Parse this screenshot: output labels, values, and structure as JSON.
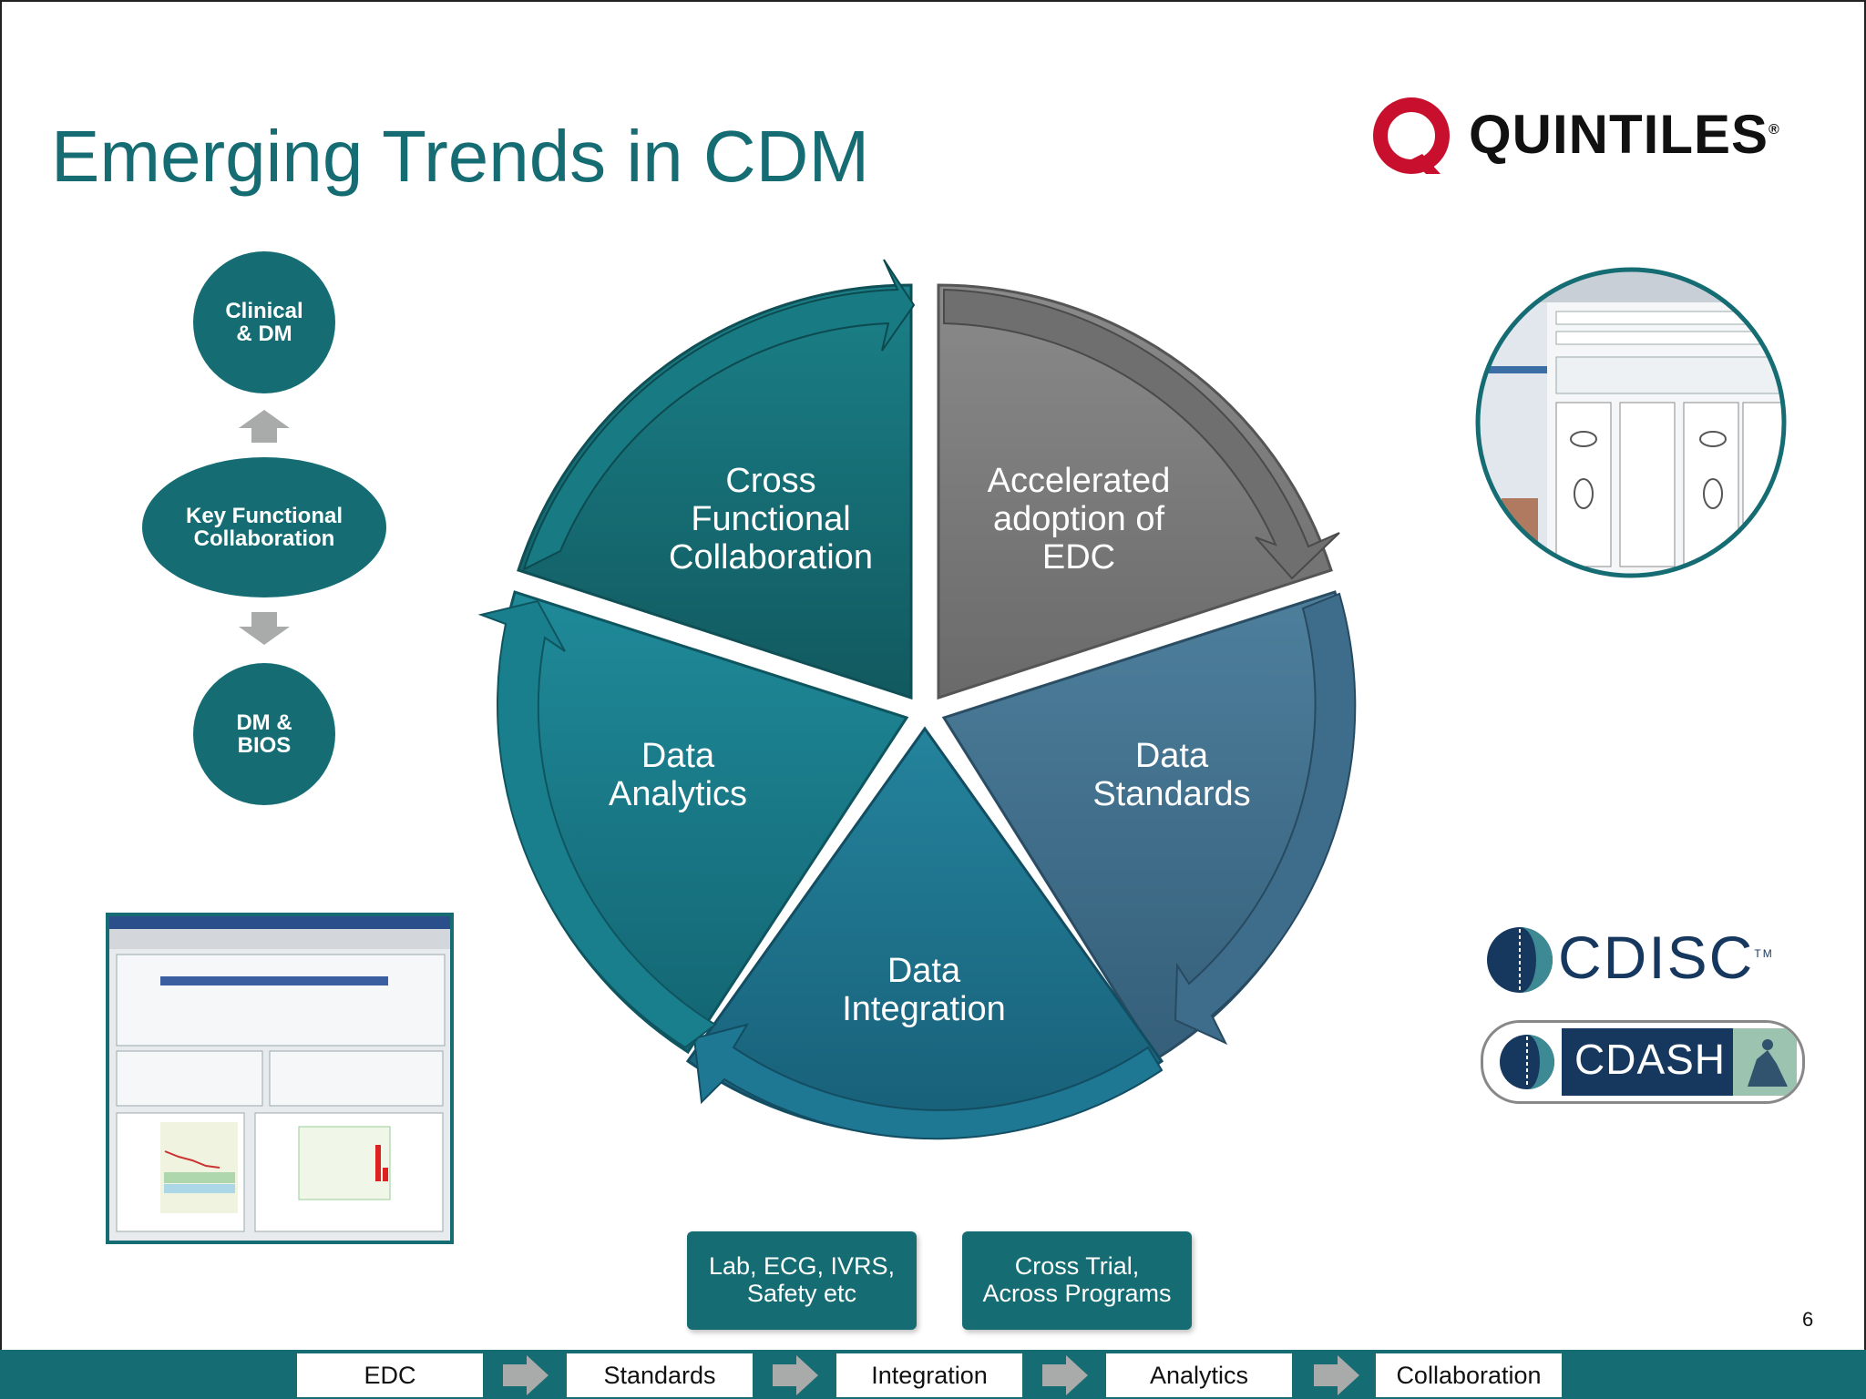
{
  "title": "Emerging Trends in CDM",
  "logos": {
    "quintiles": "QUINTILES",
    "quintiles_mark": "®",
    "cdisc": "CDISC",
    "cdisc_mark": "TM",
    "cdash": "CDASH"
  },
  "functional_flow": {
    "top": "Clinical\n& DM",
    "middle": "Key Functional\nCollaboration",
    "bottom": "DM &\nBIOS"
  },
  "cycle": [
    {
      "label": "Cross\nFunctional\nCollaboration",
      "color": "#156d73"
    },
    {
      "label": "Accelerated\nadoption of\nEDC",
      "color": "#7a7a7a"
    },
    {
      "label": "Data\nStandards",
      "color": "#3f6f8e"
    },
    {
      "label": "Data\nIntegration",
      "color": "#1e6f8a"
    },
    {
      "label": "Data\nAnalytics",
      "color": "#1a7d8c"
    }
  ],
  "boxes": [
    "Lab, ECG, IVRS,\nSafety etc",
    "Cross Trial,\nAcross Programs"
  ],
  "page_number": "6",
  "process_steps": [
    "EDC",
    "Standards",
    "Integration",
    "Analytics",
    "Collaboration"
  ]
}
